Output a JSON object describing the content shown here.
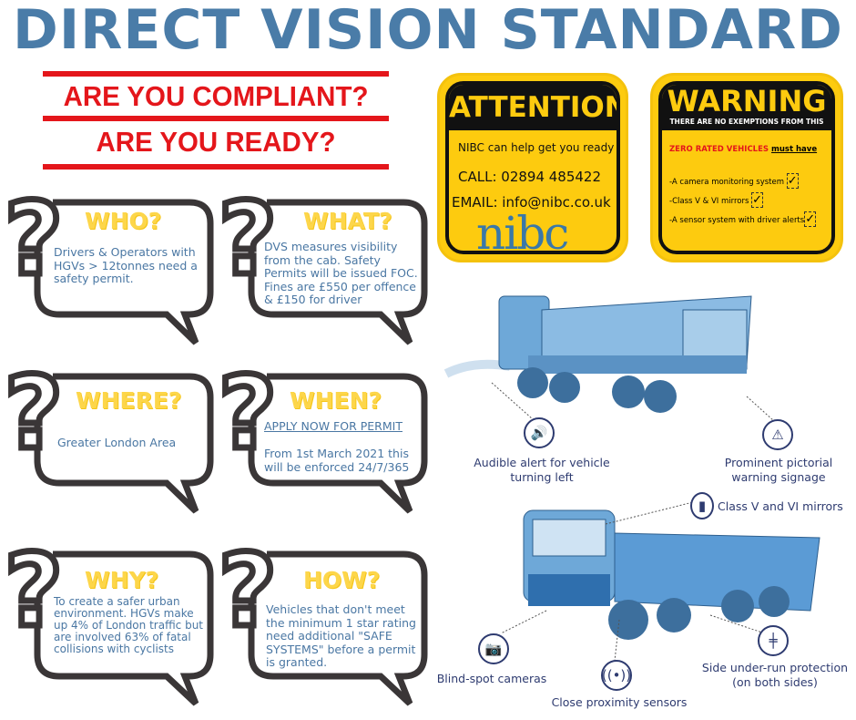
{
  "title": "DIRECT VISION STANDARD",
  "banner": {
    "line1": "ARE YOU COMPLIANT?",
    "line2": "ARE YOU READY?"
  },
  "bubbles": [
    {
      "heading": "WHO?",
      "text": "Drivers & Operators with HGVs > 12tonnes need a safety permit."
    },
    {
      "heading": "WHAT?",
      "text": "DVS measures visibility from the cab.  Safety Permits will be issued FOC.  Fines are £550 per offence & £150 for driver"
    },
    {
      "heading": "WHERE?",
      "text": "Greater London Area"
    },
    {
      "heading": "WHEN?",
      "link": "APPLY NOW FOR PERMIT",
      "text": "From 1st March 2021 this will be enforced 24/7/365"
    },
    {
      "heading": "WHY?",
      "text": "To create a safer urban environment.  HGVs make up 4% of  London traffic but are involved 63% of fatal collisions with cyclists"
    },
    {
      "heading": "HOW?",
      "text": "Vehicles that don't meet the minimum 1 star rating need additional \"SAFE SYSTEMS\" before a permit is granted."
    }
  ],
  "attention": {
    "heading": "ATTENTION",
    "line1": "NIBC can help get you ready",
    "call": "CALL: 02894 485422",
    "email": "EMAIL: info@nibc.co.uk",
    "logo": "nibc"
  },
  "warning": {
    "heading": "WARNING",
    "sub": "THERE ARE NO EXEMPTIONS FROM THIS",
    "zero": "ZERO RATED VEHICLES",
    "must": "must have",
    "items": [
      "-A camera monitoring system",
      "-Class V & VI mirrors",
      "-A sensor system with driver alerts"
    ]
  },
  "features": {
    "audible": "Audible alert for vehicle turning left",
    "signage": "Prominent pictorial warning signage",
    "mirrors": "Class V and VI mirrors",
    "cameras": "Blind-spot cameras",
    "sensors": "Close proximity sensors",
    "underrun": "Side under-run protection (on both sides)"
  },
  "colors": {
    "title": "#4a7ca8",
    "red": "#e4161b",
    "yellow": "#fdcb0f",
    "bubble_heading": "#fdd64a",
    "truck": "#5b9bd5"
  }
}
